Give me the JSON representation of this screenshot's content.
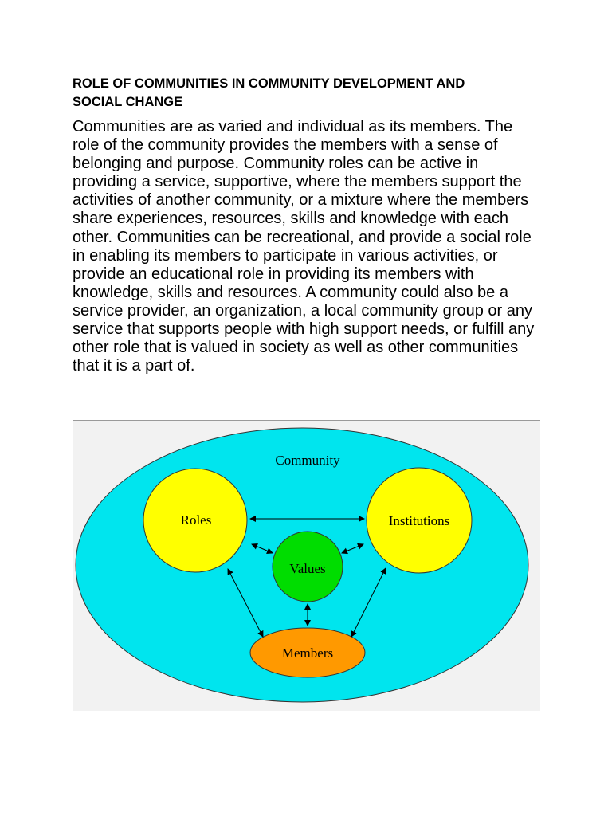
{
  "document": {
    "heading_line1": "ROLE OF COMMUNITIES IN COMMUNITY DEVELOPMENT AND",
    "heading_line2": "SOCIAL CHANGE",
    "paragraph_lines": [
      "Communities are as varied and individual as its members. The",
      "role of the community provides the members with a sense of",
      "belonging and purpose. Community roles can be active in",
      "providing a service, supportive, where the members support the",
      "activities of another community, or a mixture where the members",
      "share experiences, resources, skills and knowledge with each",
      "other. Communities can be recreational, and provide a social role",
      "in enabling its members to participate in various activities, or",
      "provide an educational role in providing its members with",
      "knowledge, skills and resources. A community could also be a",
      "service provider, an organization, a local community group or any",
      "service that supports people with high support needs, or fulfill any",
      "other role that is valued in society as well as other communities",
      "that it is a part of."
    ]
  },
  "diagram": {
    "community_label": "Community",
    "roles_label": "Roles",
    "institutions_label": "Institutions",
    "values_label": "Values",
    "members_label": "Members",
    "colors": {
      "community": "#00e5ee",
      "roles": "#ffff00",
      "institutions": "#ffff00",
      "values": "#00dd00",
      "members": "#ff9900",
      "figure_background": "#f2f2f2"
    }
  }
}
